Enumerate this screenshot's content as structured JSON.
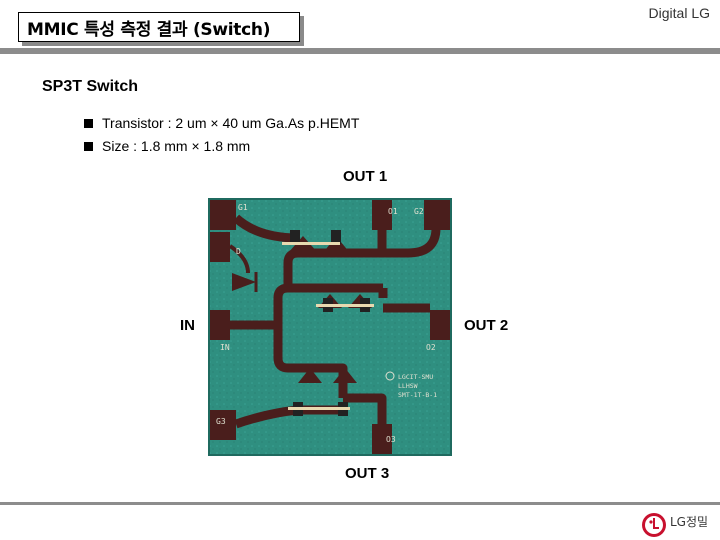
{
  "header": {
    "title": "MMIC 특성 측정 결과  (Switch)",
    "brand": "Digital  LG"
  },
  "section": {
    "title": "SP3T Switch",
    "bullets": [
      "Transistor : 2 um × 40 um Ga.As p.HEMT",
      "Size : 1.8 mm × 1.8 mm"
    ]
  },
  "chip": {
    "labels": {
      "out1": "OUT 1",
      "out2": "OUT 2",
      "out3": "OUT 3",
      "in": "IN"
    },
    "marks": {
      "g1": "G1",
      "g2": "G2",
      "g3": "G3",
      "o1": "O1",
      "o2": "O2",
      "o3": "O3",
      "in": "IN",
      "d": "D"
    },
    "text_block": [
      "LGCIT-SMU",
      "LLHSW",
      "SMT-1T-B-1"
    ]
  },
  "footer": {
    "logo_text": "LG정밀"
  },
  "colors": {
    "substrate": "#2f8f80",
    "metal": "#4a1e1c",
    "rule": "#8c8c8c"
  }
}
